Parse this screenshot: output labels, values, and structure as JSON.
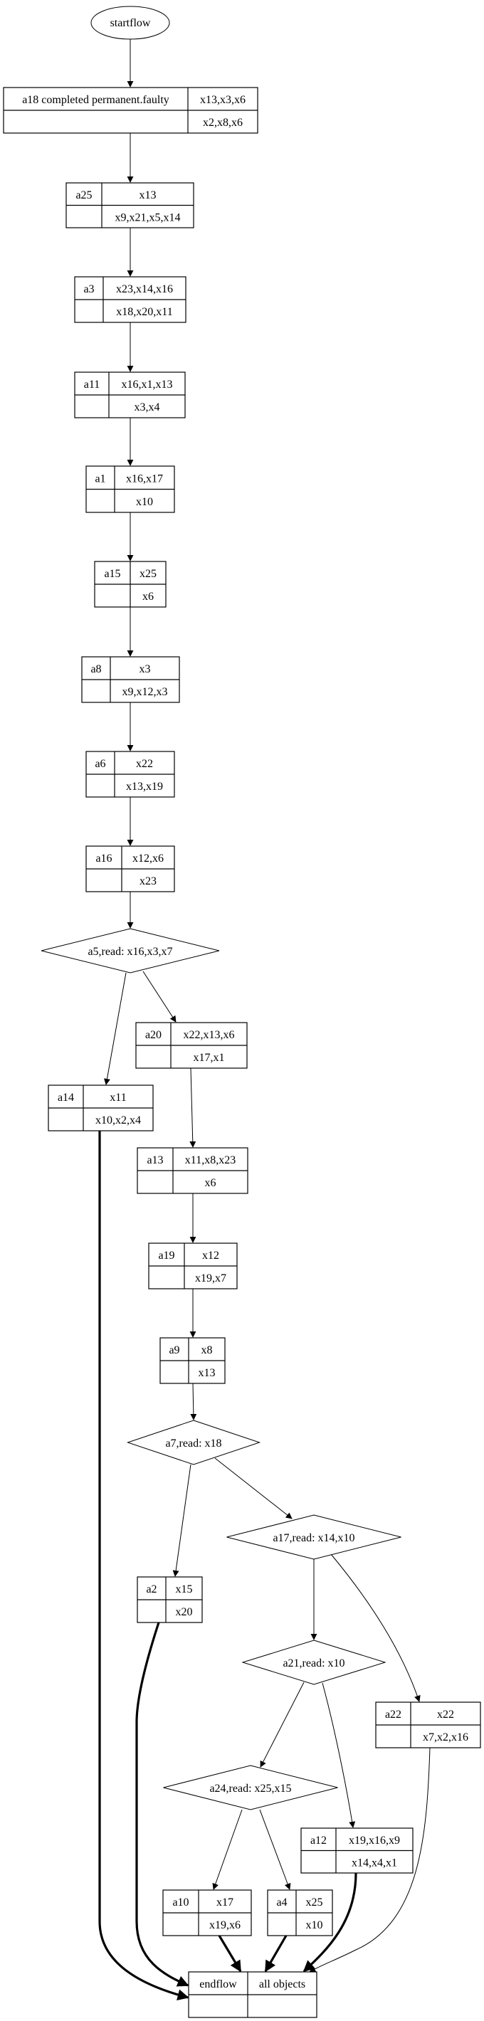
{
  "diagram": {
    "start": {
      "id": "startflow",
      "label": "startflow"
    },
    "nodes": [
      {
        "id": "a18",
        "label": "a18 completed permanent.faulty",
        "top": "x13,x3,x6",
        "bottom": "x2,x8,x6"
      },
      {
        "id": "a25",
        "label": "a25",
        "top": "x13",
        "bottom": "x9,x21,x5,x14"
      },
      {
        "id": "a3",
        "label": "a3",
        "top": "x23,x14,x16",
        "bottom": "x18,x20,x11"
      },
      {
        "id": "a11",
        "label": "a11",
        "top": "x16,x1,x13",
        "bottom": "x3,x4"
      },
      {
        "id": "a1",
        "label": "a1",
        "top": "x16,x17",
        "bottom": "x10"
      },
      {
        "id": "a15",
        "label": "a15",
        "top": "x25",
        "bottom": "x6"
      },
      {
        "id": "a8",
        "label": "a8",
        "top": "x3",
        "bottom": "x9,x12,x3"
      },
      {
        "id": "a6",
        "label": "a6",
        "top": "x22",
        "bottom": "x13,x19"
      },
      {
        "id": "a16",
        "label": "a16",
        "top": "x12,x6",
        "bottom": "x23"
      },
      {
        "id": "a20",
        "label": "a20",
        "top": "x22,x13,x6",
        "bottom": "x17,x1"
      },
      {
        "id": "a14",
        "label": "a14",
        "top": "x11",
        "bottom": "x10,x2,x4"
      },
      {
        "id": "a13",
        "label": "a13",
        "top": "x11,x8,x23",
        "bottom": "x6"
      },
      {
        "id": "a19",
        "label": "a19",
        "top": "x12",
        "bottom": "x19,x7"
      },
      {
        "id": "a9",
        "label": "a9",
        "top": "x8",
        "bottom": "x13"
      },
      {
        "id": "a2",
        "label": "a2",
        "top": "x15",
        "bottom": "x20"
      },
      {
        "id": "a22",
        "label": "a22",
        "top": "x22",
        "bottom": "x7,x2,x16"
      },
      {
        "id": "a12",
        "label": "a12",
        "top": "x19,x16,x9",
        "bottom": "x14,x4,x1"
      },
      {
        "id": "a10",
        "label": "a10",
        "top": "x17",
        "bottom": "x19,x6"
      },
      {
        "id": "a4",
        "label": "a4",
        "top": "x25",
        "bottom": "x10"
      },
      {
        "id": "endflow",
        "label": "endflow",
        "top": "all objects",
        "bottom": ""
      }
    ],
    "decisions": [
      {
        "id": "a5",
        "label": "a5,read: x16,x3,x7"
      },
      {
        "id": "a7",
        "label": "a7,read: x18"
      },
      {
        "id": "a17",
        "label": "a17,read: x14,x10"
      },
      {
        "id": "a21",
        "label": "a21,read: x10"
      },
      {
        "id": "a24",
        "label": "a24,read: x25,x15"
      }
    ],
    "edges": [
      {
        "from": "startflow",
        "to": "a18",
        "style": "normal"
      },
      {
        "from": "a18",
        "to": "a25",
        "style": "normal"
      },
      {
        "from": "a25",
        "to": "a3",
        "style": "normal"
      },
      {
        "from": "a3",
        "to": "a11",
        "style": "normal"
      },
      {
        "from": "a11",
        "to": "a1",
        "style": "normal"
      },
      {
        "from": "a1",
        "to": "a15",
        "style": "normal"
      },
      {
        "from": "a15",
        "to": "a8",
        "style": "normal"
      },
      {
        "from": "a8",
        "to": "a6",
        "style": "normal"
      },
      {
        "from": "a6",
        "to": "a16",
        "style": "normal"
      },
      {
        "from": "a16",
        "to": "a5",
        "style": "normal"
      },
      {
        "from": "a5",
        "to": "a14",
        "style": "thin"
      },
      {
        "from": "a5",
        "to": "a20",
        "style": "thin"
      },
      {
        "from": "a20",
        "to": "a13",
        "style": "thin"
      },
      {
        "from": "a13",
        "to": "a19",
        "style": "normal"
      },
      {
        "from": "a19",
        "to": "a9",
        "style": "normal"
      },
      {
        "from": "a9",
        "to": "a7",
        "style": "normal"
      },
      {
        "from": "a7",
        "to": "a2",
        "style": "thin"
      },
      {
        "from": "a7",
        "to": "a17",
        "style": "thin"
      },
      {
        "from": "a17",
        "to": "a21",
        "style": "normal"
      },
      {
        "from": "a17",
        "to": "a22",
        "style": "thin"
      },
      {
        "from": "a21",
        "to": "a24",
        "style": "thin"
      },
      {
        "from": "a21",
        "to": "a12",
        "style": "thin"
      },
      {
        "from": "a24",
        "to": "a10",
        "style": "thin"
      },
      {
        "from": "a24",
        "to": "a4",
        "style": "thin"
      },
      {
        "from": "a14",
        "to": "endflow",
        "style": "thick"
      },
      {
        "from": "a2",
        "to": "endflow",
        "style": "thick"
      },
      {
        "from": "a10",
        "to": "endflow",
        "style": "thick"
      },
      {
        "from": "a4",
        "to": "endflow",
        "style": "thick"
      },
      {
        "from": "a12",
        "to": "endflow",
        "style": "thick"
      },
      {
        "from": "a22",
        "to": "endflow",
        "style": "thin"
      }
    ]
  }
}
